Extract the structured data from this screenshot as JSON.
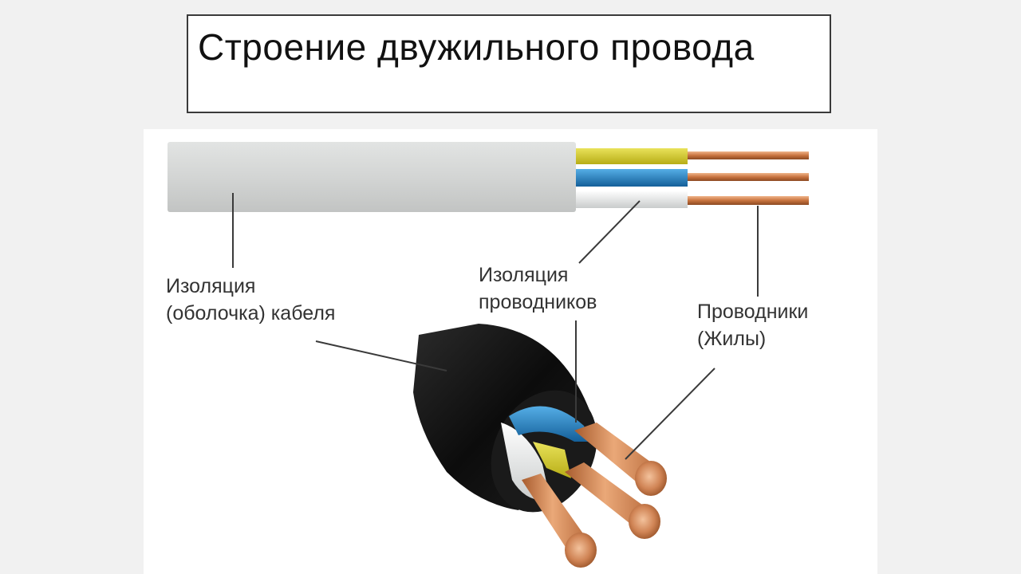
{
  "title": "Строение двужильного провода",
  "labels": {
    "cable_insulation": {
      "line1": "Изоляция",
      "line2": "(оболочка) кабеля"
    },
    "conductor_insulation": {
      "line1": "Изоляция",
      "line2": "проводников"
    },
    "conductors": {
      "line1": "Проводники",
      "line2": "(Жилы)"
    }
  },
  "colors": {
    "sheath_gray": "#d4d6d5",
    "sheath_black": "#141414",
    "insulation_yellow": "#d6cc2a",
    "insulation_blue": "#1f84c7",
    "insulation_white": "#eceeee",
    "copper": "#c98255"
  }
}
